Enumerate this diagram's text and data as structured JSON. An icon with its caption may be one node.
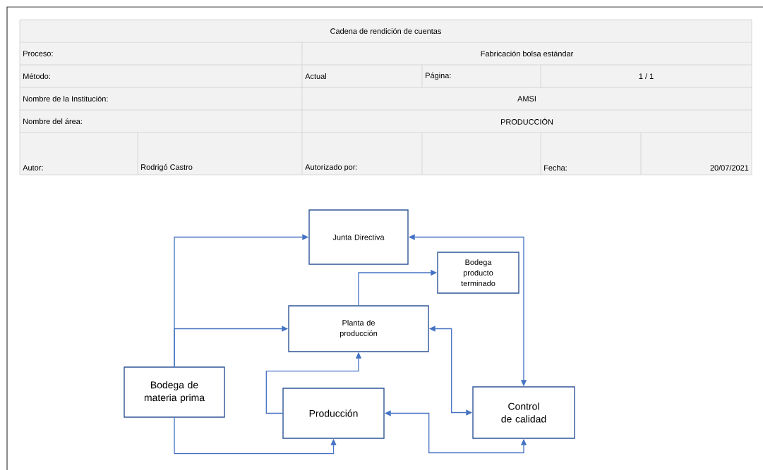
{
  "diagram": {
    "nodes": [
      {
        "text": [
          "Junta Directiva"
        ]
      },
      {
        "text": [
          "Bodega producto terminado"
        ]
      },
      {
        "text": [
          "Planta de producción"
        ]
      },
      {
        "text": [
          "Bodega de materia prima"
        ]
      },
      {
        "text": [
          "Producción"
        ]
      },
      {
        "text": [
          "Control de calidad"
        ]
      }
    ],
    "edges": [
      {
        "from": 3,
        "to": 0,
        "arrow": "to"
      },
      {
        "from": 3,
        "to": 2,
        "arrow": "to"
      },
      {
        "from": 3,
        "to": 4,
        "arrow": "to"
      },
      {
        "from": 2,
        "to": 1,
        "arrow": "to"
      },
      {
        "from": 5,
        "to": 0,
        "arrow": "both"
      },
      {
        "from": 2,
        "to": 5,
        "arrow": "both"
      },
      {
        "from": 4,
        "to": 2,
        "arrow": "to"
      },
      {
        "from": 4,
        "to": 5,
        "arrow": "both"
      }
    ],
    "labels": [
      "Cadena de rendición de cuentas",
      "Proceso:",
      "Fabricación bolsa estándar",
      "Método:",
      "Actual",
      "Página:",
      "1 / 1",
      "Nombre de la Institución:",
      "AMSI",
      "Nombre del área:",
      "PRODUCCIÓN",
      "Autor:",
      "Rodrigó Castro",
      "Autorizado por:",
      "Fecha:",
      "20/07/2021"
    ]
  }
}
